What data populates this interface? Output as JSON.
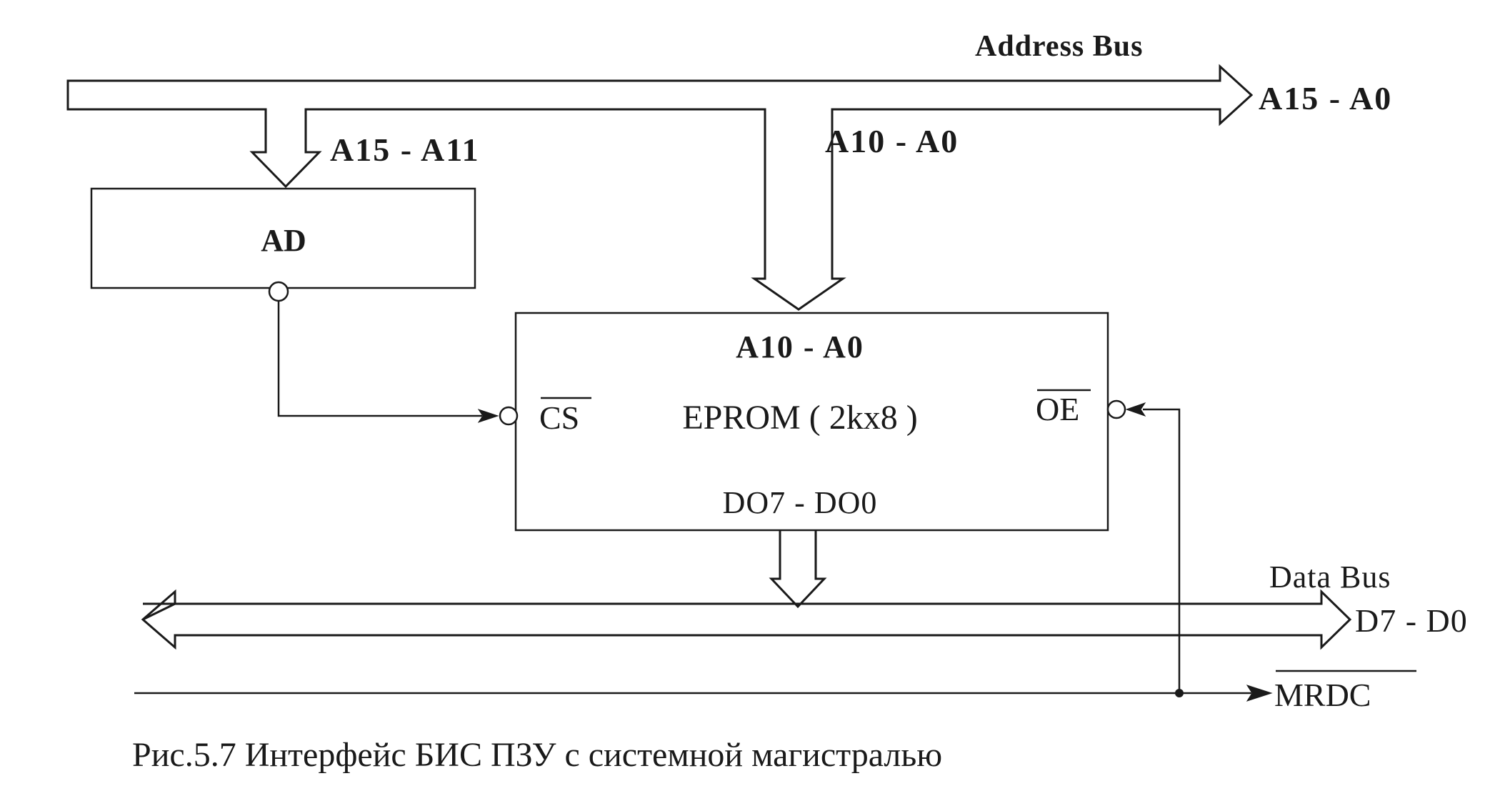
{
  "address_bus": {
    "title": "Address Bus",
    "full_label": "A15 - A0",
    "decoder_branch_label": "A15 - A11",
    "rom_branch_label": "A10 - A0"
  },
  "decoder": {
    "label": "AD"
  },
  "eprom": {
    "address_label": "A10 - A0",
    "name": "EPROM ( 2kx8 )",
    "cs_label": "CS",
    "oe_label": "OE",
    "data_label": "DO7 - DO0"
  },
  "data_bus": {
    "title": "Data Bus",
    "full_label": "D7 - D0"
  },
  "control": {
    "mrdc_label": "MRDC"
  },
  "caption": "Рис.5.7 Интерфейс БИС ПЗУ с системной магистралью"
}
